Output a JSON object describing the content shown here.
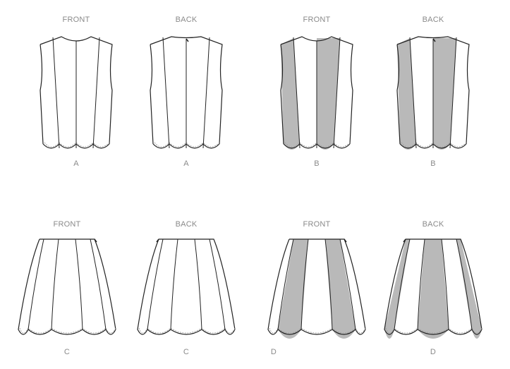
{
  "colors": {
    "line": "#222222",
    "shade": "#b9b9b9",
    "label": "#8a8a8a"
  },
  "figures": [
    {
      "view": "FRONT",
      "letter": "A",
      "garment": "top",
      "shaded_panels": []
    },
    {
      "view": "BACK",
      "letter": "A",
      "garment": "top",
      "shaded_panels": []
    },
    {
      "view": "FRONT",
      "letter": "B",
      "garment": "top",
      "shaded_panels": [
        0,
        2
      ]
    },
    {
      "view": "BACK",
      "letter": "B",
      "garment": "top",
      "shaded_panels": [
        0,
        2
      ]
    },
    {
      "view": "FRONT",
      "letter": "C",
      "garment": "skirt",
      "shaded_panels": []
    },
    {
      "view": "BACK",
      "letter": "C",
      "garment": "skirt",
      "shaded_panels": []
    },
    {
      "view": "FRONT",
      "letter": "D",
      "garment": "skirt",
      "shaded_panels": [
        1,
        3
      ]
    },
    {
      "view": "BACK",
      "letter": "D",
      "garment": "skirt",
      "shaded_panels": [
        0,
        2,
        4
      ]
    }
  ]
}
